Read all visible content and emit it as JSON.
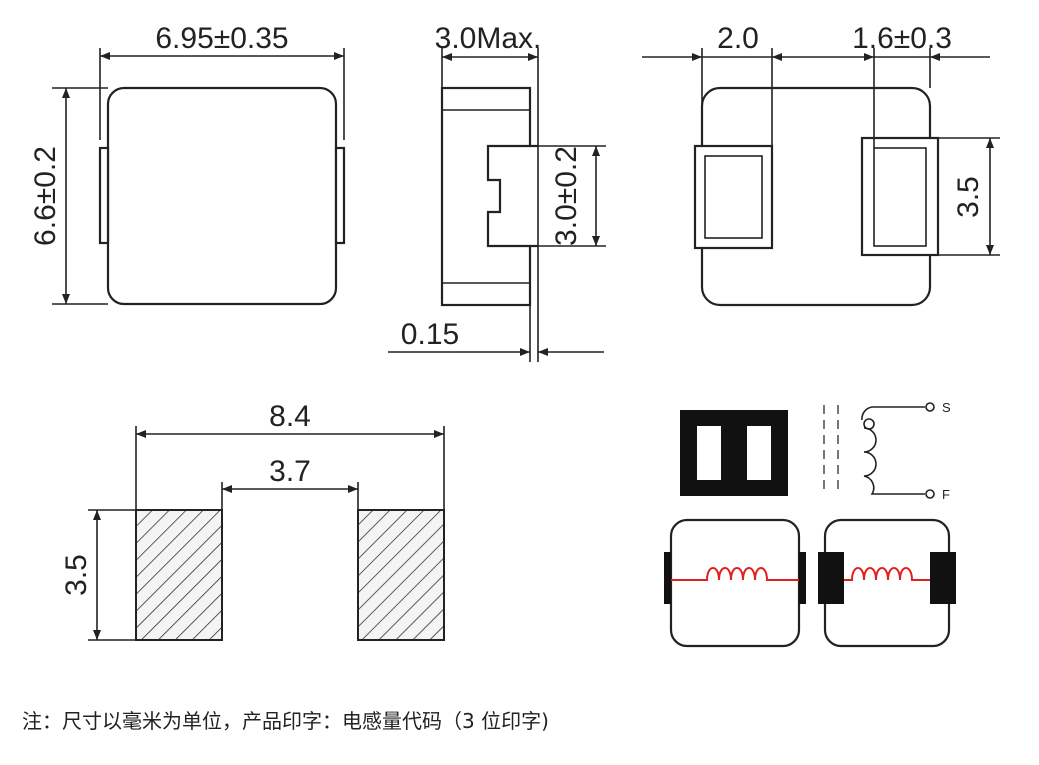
{
  "dimensions": {
    "top_width": "6.95±0.35",
    "top_height": "6.6±0.2",
    "side_max": "3.0Max.",
    "side_terminal": "3.0±0.2",
    "side_offset": "0.15",
    "bottom_pad_width": "2.0",
    "bottom_pad_gap": "1.6±0.3",
    "bottom_pad_height": "3.5",
    "land_total": "8.4",
    "land_gap": "3.7",
    "land_height": "3.5"
  },
  "schematic": {
    "start_label": "S",
    "finish_label": "F"
  },
  "colors": {
    "line": "#222222",
    "coil": "#e02020",
    "terminal_fill": "#111111"
  },
  "note": "注：尺寸以毫米为单位，产品印字：电感量代码（3 位印字)"
}
